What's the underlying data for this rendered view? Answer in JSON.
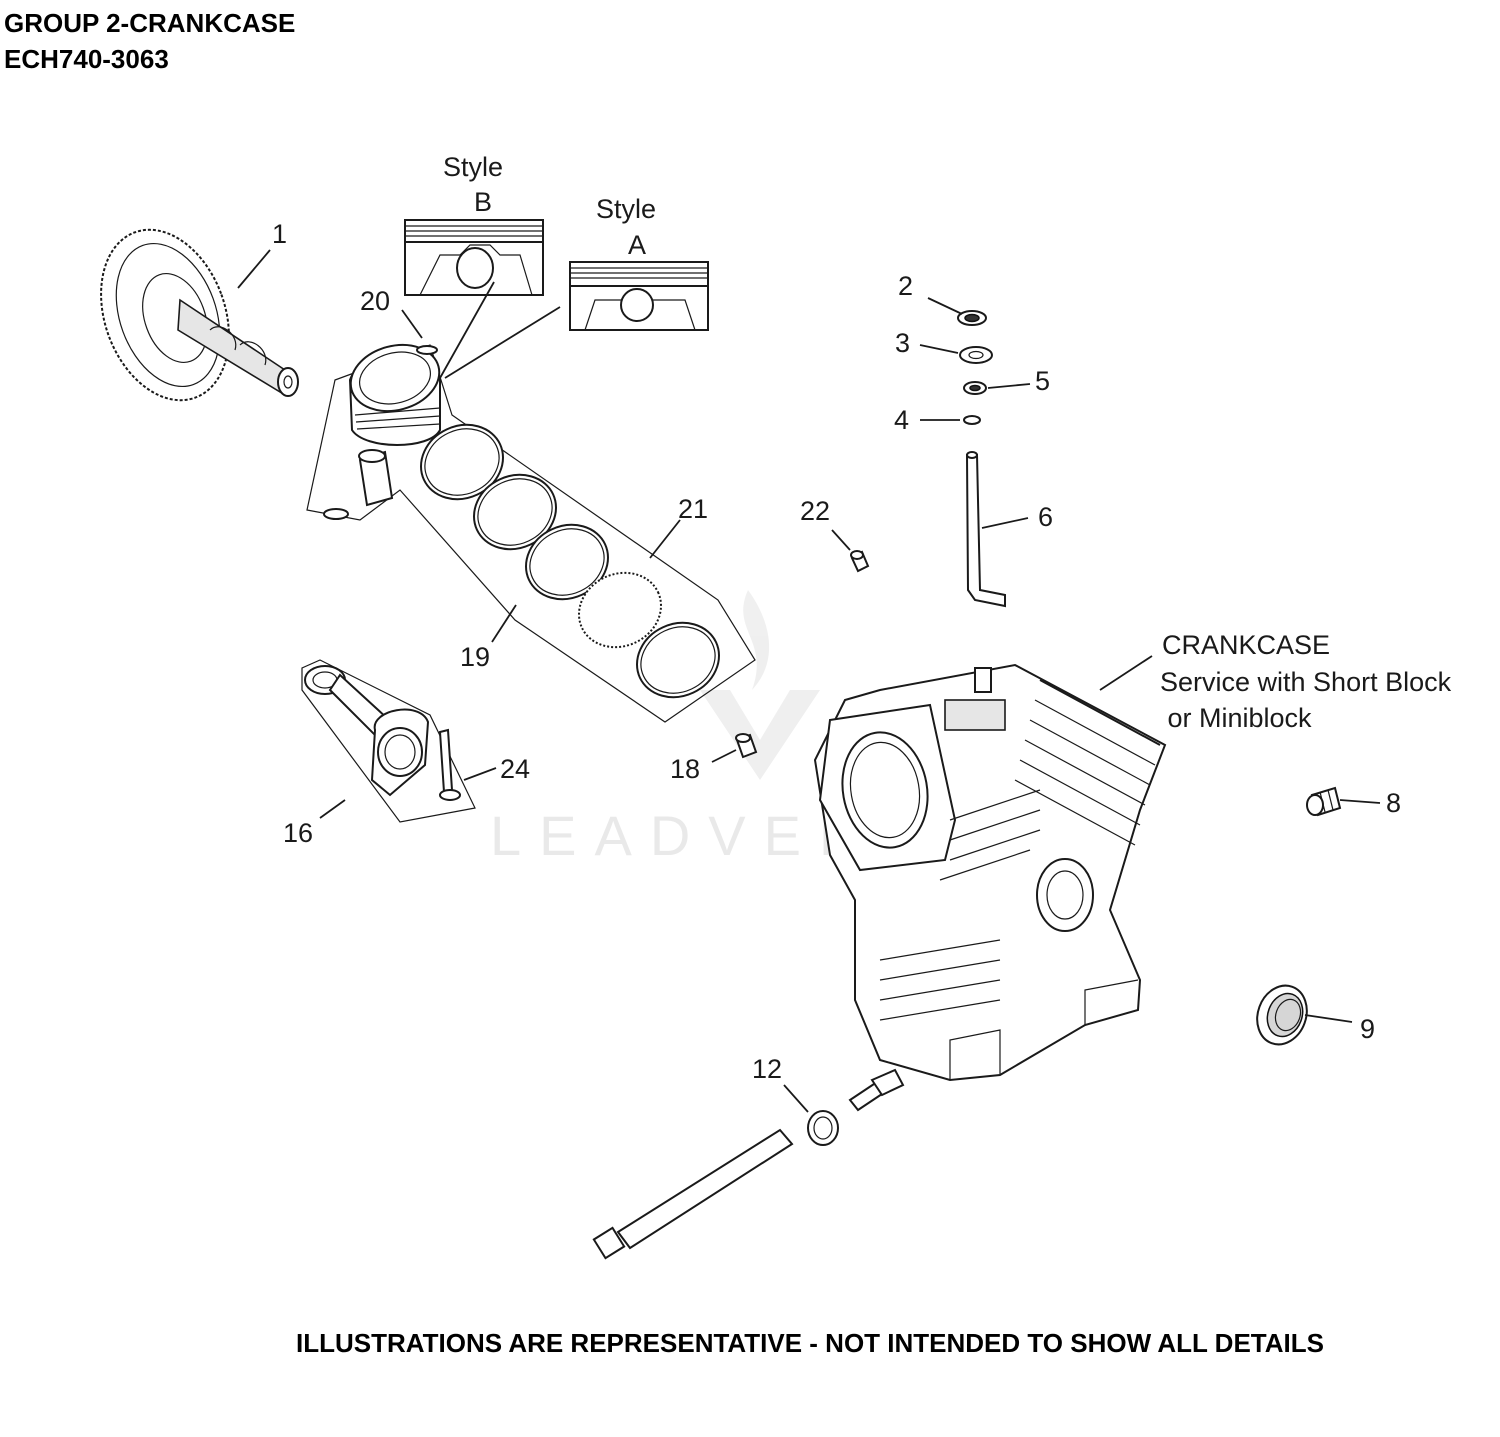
{
  "header": {
    "group_title": "GROUP 2-CRANKCASE",
    "model": "ECH740-3063"
  },
  "footer": {
    "note": "ILLUSTRATIONS ARE REPRESENTATIVE - NOT INTENDED TO SHOW ALL DETAILS"
  },
  "watermark": {
    "text": "LEADVENTU"
  },
  "callouts": {
    "c1": "1",
    "c2": "2",
    "c3": "3",
    "c4": "4",
    "c5": "5",
    "c6": "6",
    "c8": "8",
    "c9": "9",
    "c12": "12",
    "c16": "16",
    "c18": "18",
    "c19": "19",
    "c20": "20",
    "c21": "21",
    "c22": "22",
    "c24": "24"
  },
  "styles": {
    "style_b_line1": "Style",
    "style_b_line2": "B",
    "style_a_line1": "Style",
    "style_a_line2": "A"
  },
  "crankcase_note": {
    "line1": "CRANKCASE",
    "line2": "Service with Short Block",
    "line3": " or Miniblock"
  }
}
